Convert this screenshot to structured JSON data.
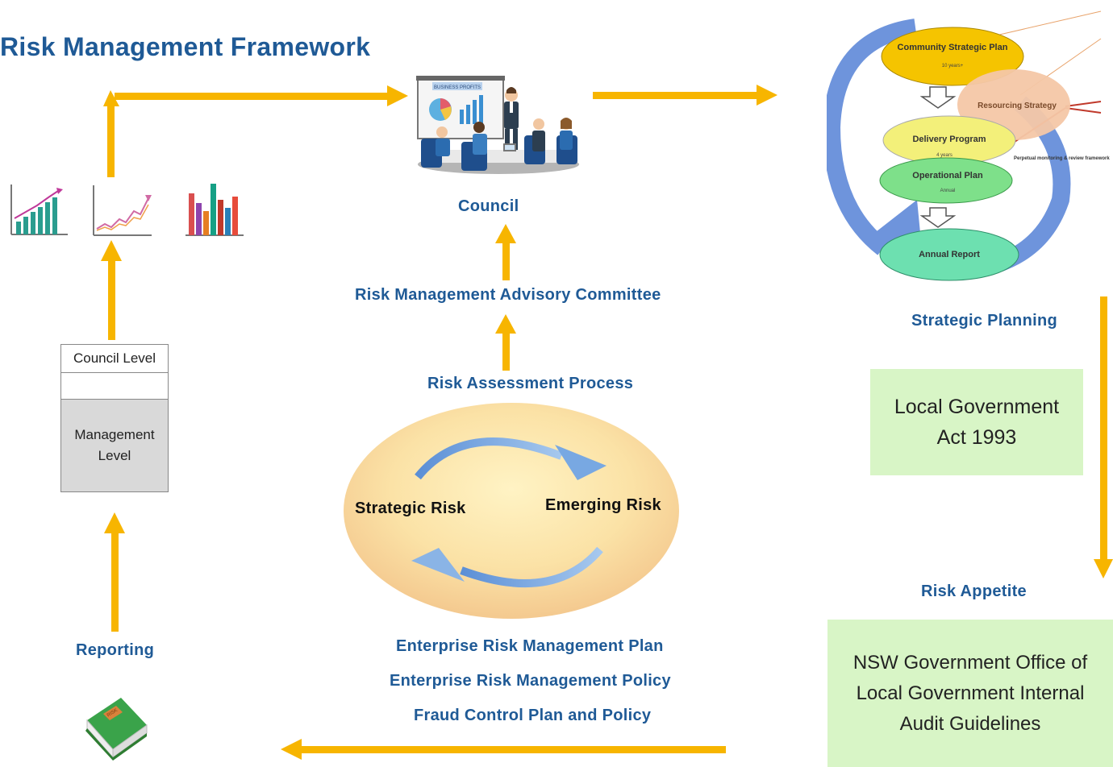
{
  "title": "Risk Management Framework",
  "labels": {
    "council": "Council",
    "rmac": "Risk Management Advisory Committee",
    "rap": "Risk Assessment Process",
    "strategic_risk": "Strategic Risk",
    "emerging_risk": "Emerging Risk",
    "erm_plan": "Enterprise Risk Management Plan",
    "erm_policy": "Enterprise Risk Management Policy",
    "fraud": "Fraud Control Plan and Policy",
    "reporting": "Reporting",
    "strategic_planning": "Strategic Planning",
    "risk_appetite": "Risk Appetite"
  },
  "levels": {
    "top": "Council Level",
    "bottom": "Management Level"
  },
  "boxes": {
    "lga": "Local Government Act 1993",
    "nsw": "NSW Government Office of Local Government Internal Audit Guidelines"
  },
  "planning_cycle": {
    "community": "Community Strategic Plan",
    "community_sub": "10 years+",
    "resourcing": "Resourcing Strategy",
    "delivery": "Delivery Program",
    "delivery_sub": "4 years",
    "operational": "Operational Plan",
    "operational_sub": "Annual",
    "annual": "Annual Report",
    "perpetual": "Perpetual monitoring & review framework"
  },
  "board_sign": "BUSINESS PROFITS",
  "book_sign": "RISK",
  "colors": {
    "blue_text": "#1f5a96",
    "arrow": "#f7b500",
    "green_box": "#d8f5c6",
    "gray_box": "#d9d9d9"
  }
}
